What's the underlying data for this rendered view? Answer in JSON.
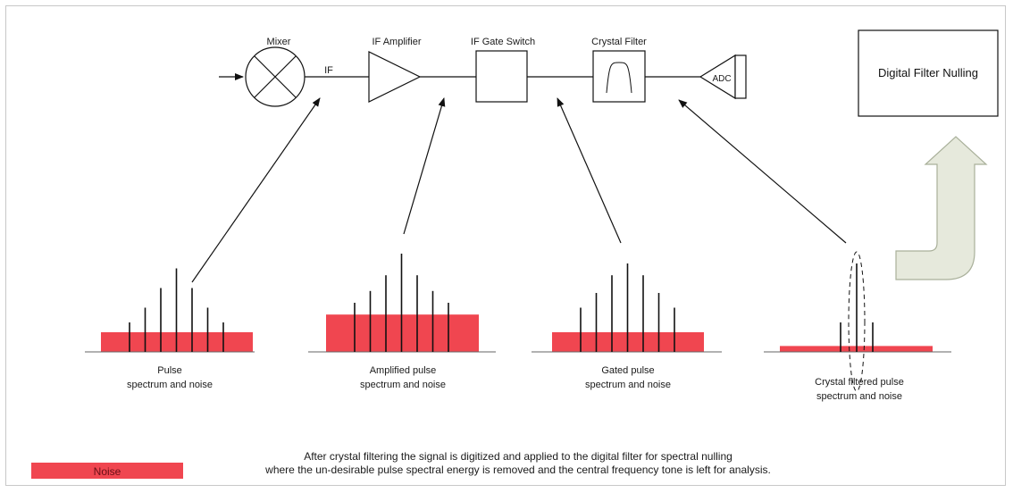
{
  "blocks": {
    "mixer": "Mixer",
    "if_label": "IF",
    "if_amplifier": "IF Amplifier",
    "if_gate_switch": "IF Gate Switch",
    "crystal_filter": "Crystal Filter",
    "adc": "ADC",
    "digital_filter_nulling": "Digital Filter Nulling"
  },
  "spectra": {
    "pulse": {
      "line1": "Pulse",
      "line2": "spectrum and noise",
      "lines": [
        0.3,
        0.45,
        0.65,
        0.85,
        0.65,
        0.45,
        0.3
      ],
      "noise": 0.2
    },
    "amplified": {
      "line1": "Amplified pulse",
      "line2": "spectrum and noise",
      "lines": [
        0.5,
        0.62,
        0.78,
        1.0,
        0.78,
        0.62,
        0.5
      ],
      "noise": 0.38
    },
    "gated": {
      "line1": "Gated pulse",
      "line2": "spectrum and noise",
      "lines": [
        0.45,
        0.6,
        0.78,
        0.9,
        0.78,
        0.6,
        0.45
      ],
      "noise": 0.2
    },
    "crystal": {
      "line1": "Crystal filtered pulse",
      "line2": "spectrum and noise",
      "lines": [
        0.3,
        0.9,
        0.3
      ],
      "noise": 0.06
    }
  },
  "legend": {
    "noise_label": "Noise"
  },
  "caption": {
    "line1": "After crystal filtering the signal is digitized and applied to the digital filter for spectral nulling",
    "line2": "where the un-desirable pulse spectral energy is removed and the central frequency tone is left for analysis."
  },
  "colors": {
    "noise": "#f04650",
    "line": "#111111",
    "arrow_fill": "#e6e9dc",
    "arrow_stroke": "#a9b09a"
  }
}
